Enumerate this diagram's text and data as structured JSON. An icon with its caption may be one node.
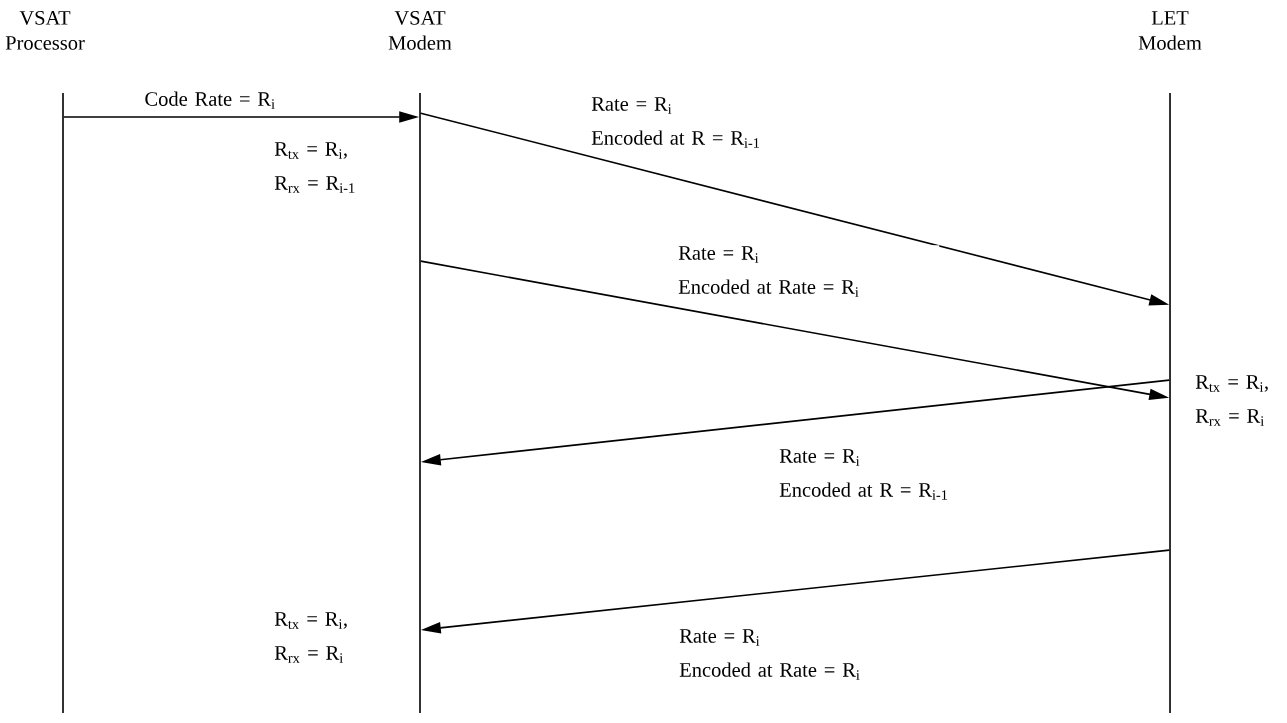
{
  "diagram": {
    "nodes": [
      {
        "text": [
          "VSAT Processor"
        ]
      },
      {
        "text": [
          "VSAT Modem"
        ]
      },
      {
        "text": [
          "LET Modem"
        ]
      }
    ],
    "edges": [
      {
        "from": 0,
        "to": 1,
        "arrow": "to",
        "label": "Code Rate = R$_{i}$"
      },
      {
        "from": 1,
        "to": 2,
        "arrow": "to",
        "label": "Rate = R$_{i}$ Encoded at R = R$_{i-1}$"
      },
      {
        "from": 1,
        "to": 2,
        "arrow": "to",
        "label": "Rate = R$_{i}$ Encoded at Rate = R$_{i}$"
      },
      {
        "from": 2,
        "to": 1,
        "arrow": "to",
        "label": "Rate = R$_{i}$ Encoded at R = R$_{i-1}$"
      },
      {
        "from": 2,
        "to": 1,
        "arrow": "to",
        "label": "Rate = R$_{i}$ Encoded at Rate = R$_{i}$"
      }
    ],
    "labels": [
      "R$_{tx}$ = R$_{i}$, R$_{rx}$ = R$_{i-1}$",
      "R$_{tx}$ = R$_{i}$, R$_{rx}$ = R$_{i}$",
      "R$_{tx}$ = R$_{i}$, R$_{rx}$ = R$_{i}$"
    ]
  }
}
